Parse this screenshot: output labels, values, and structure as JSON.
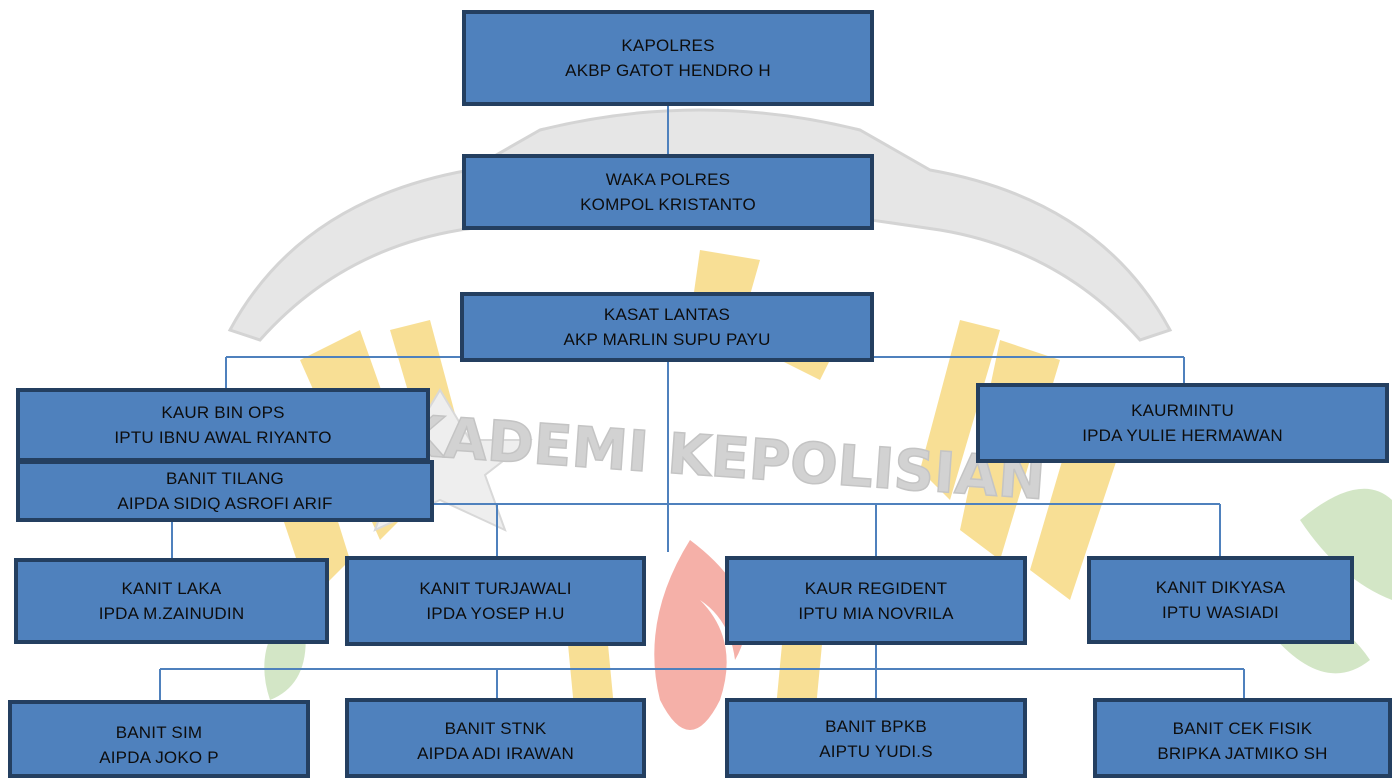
{
  "watermark": {
    "text": "AKADEMI KEPOLISIAN",
    "colors": {
      "yellow": "#f6d77a",
      "grey": "#cfcfcf",
      "red": "#f0a0a0",
      "green": "#cfe3c3"
    }
  },
  "colors": {
    "box_fill": "#4f81bd",
    "box_border": "#243f60",
    "line": "#4f81bd",
    "text": "#0d0d0d"
  },
  "nodes": {
    "kapolres": {
      "role": "KAPOLRES",
      "name": "AKBP GATOT HENDRO H"
    },
    "waka_polres": {
      "role": "WAKA POLRES",
      "name": "KOMPOL KRISTANTO"
    },
    "kasat_lantas": {
      "role": "KASAT LANTAS",
      "name": "AKP MARLIN SUPU PAYU"
    },
    "kaur_bin_ops": {
      "role": "KAUR BIN OPS",
      "name": "IPTU IBNU AWAL RIYANTO"
    },
    "banit_tilang": {
      "role": "BANIT TILANG",
      "name": "AIPDA SIDIQ ASROFI ARIF"
    },
    "kaurmintu": {
      "role": "KAURMINTU",
      "name": "IPDA YULIE HERMAWAN"
    },
    "kanit_laka": {
      "role": "KANIT LAKA",
      "name": "IPDA M.ZAINUDIN"
    },
    "kanit_turjawali": {
      "role": "KANIT TURJAWALI",
      "name": "IPDA YOSEP H.U"
    },
    "kaur_regident": {
      "role": "KAUR REGIDENT",
      "name": "IPTU MIA NOVRILA"
    },
    "kanit_dikyasa": {
      "role": "KANIT DIKYASA",
      "name": "IPTU WASIADI"
    },
    "banit_sim": {
      "role": "BANIT SIM",
      "name": "AIPDA JOKO P"
    },
    "banit_stnk": {
      "role": "BANIT STNK",
      "name": "AIPDA ADI IRAWAN"
    },
    "banit_bpkb": {
      "role": "BANIT BPKB",
      "name": "AIPTU YUDI.S"
    },
    "banit_cek_fisik": {
      "role": "BANIT CEK FISIK",
      "name": "BRIPKA JATMIKO SH"
    }
  }
}
